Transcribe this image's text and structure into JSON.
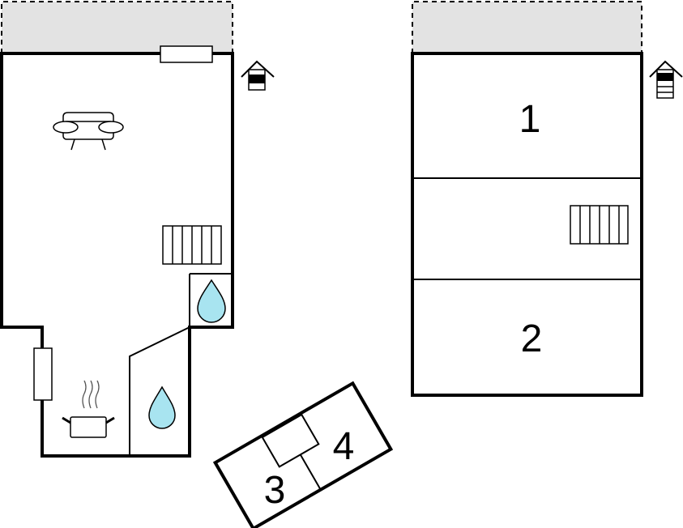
{
  "floors": [
    {
      "name": "ground-floor",
      "rooms": []
    },
    {
      "name": "upper-floor",
      "rooms": [
        {
          "label": "1"
        },
        {
          "label": "2"
        }
      ]
    }
  ],
  "annex": {
    "rooms": [
      {
        "label": "3"
      },
      {
        "label": "4"
      }
    ]
  },
  "icons": [
    "house-floor-indicator-icon",
    "sofa-icon",
    "stairs-icon",
    "water-drop-icon",
    "cooking-pot-icon",
    "window-icon"
  ],
  "colors": {
    "terrace": "#e3e3e3",
    "water": "#a8e4f0",
    "wall": "#000000",
    "background": "#ffffff"
  }
}
